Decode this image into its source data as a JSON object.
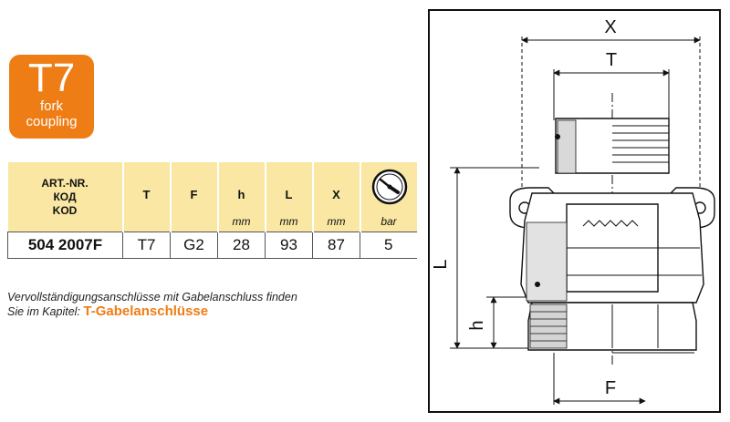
{
  "badge": {
    "code": "T7",
    "line1": "fork",
    "line2": "coupling"
  },
  "table": {
    "art_header": [
      "ART.-NR.",
      "КОД",
      "KOD"
    ],
    "columns": [
      {
        "symbol": "T",
        "unit": ""
      },
      {
        "symbol": "F",
        "unit": ""
      },
      {
        "symbol": "h",
        "unit": "mm"
      },
      {
        "symbol": "L",
        "unit": "mm"
      },
      {
        "symbol": "X",
        "unit": "mm"
      },
      {
        "symbol": "",
        "unit": "bar",
        "icon": "pressure-gauge-icon"
      }
    ],
    "row": {
      "art_no": "504 2007F",
      "values": [
        "T7",
        "G2",
        "28",
        "93",
        "87",
        "5"
      ]
    }
  },
  "note": {
    "line1": "Vervollständigungsanschlüsse mit Gabelanschluss finden",
    "line2_prefix": "Sie im Kapitel: ",
    "link": "T-Gabelanschlüsse"
  },
  "drawing": {
    "dim_x": "X",
    "dim_t": "T",
    "dim_l": "L",
    "dim_h": "h",
    "dim_f": "F"
  }
}
